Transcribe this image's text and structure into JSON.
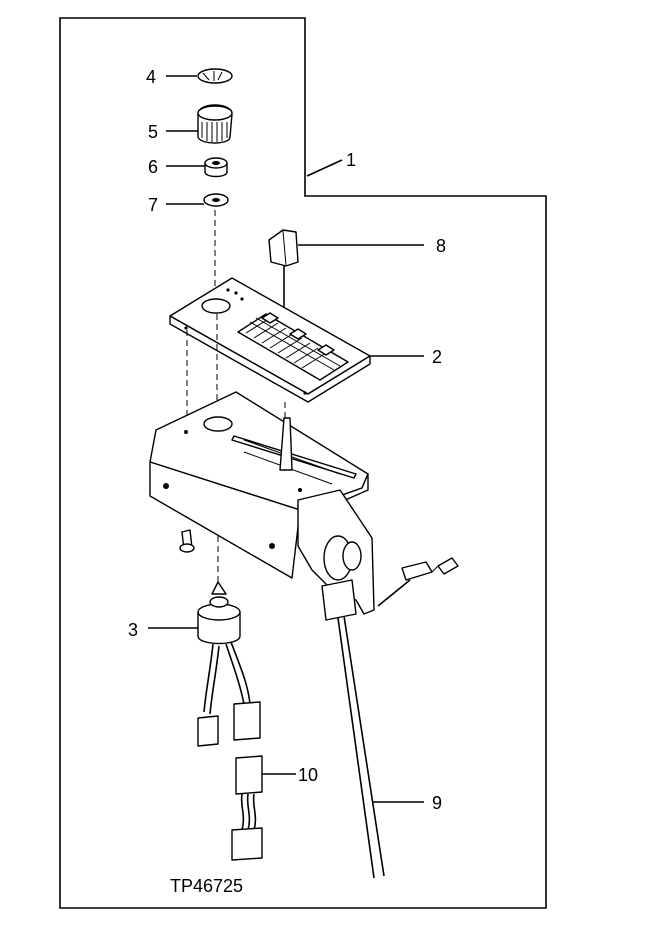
{
  "figure_id": "TP46725",
  "callouts": {
    "c1": "1",
    "c2": "2",
    "c3": "3",
    "c4": "4",
    "c5": "5",
    "c6": "6",
    "c7": "7",
    "c8": "8",
    "c9": "9",
    "c10": "10"
  },
  "colors": {
    "line": "#000000",
    "background": "#ffffff"
  }
}
